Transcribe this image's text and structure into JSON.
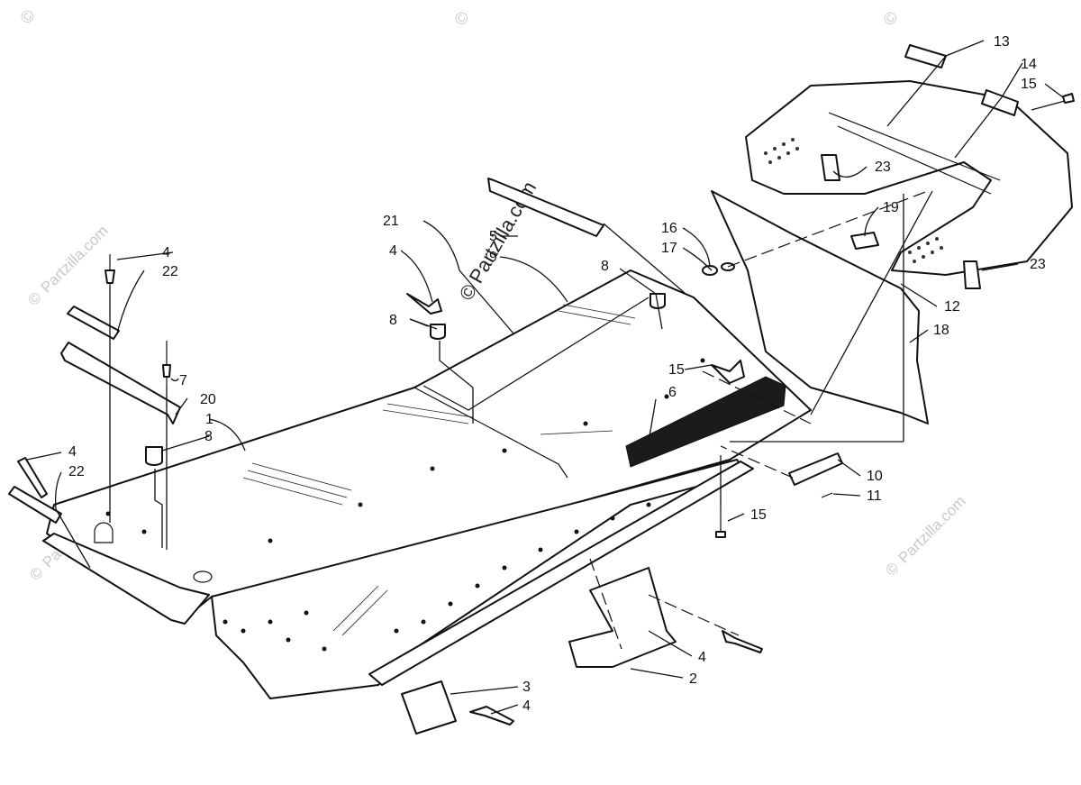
{
  "watermark": {
    "text": "Partzilla.com",
    "copyright_symbol": "©",
    "center_stamp": "Partzilla.com"
  },
  "callouts": [
    {
      "id": "c-13",
      "number": "13"
    },
    {
      "id": "c-14",
      "number": "14"
    },
    {
      "id": "c-15a",
      "number": "15"
    },
    {
      "id": "c-23a",
      "number": "23"
    },
    {
      "id": "c-19",
      "number": "19"
    },
    {
      "id": "c-16",
      "number": "16"
    },
    {
      "id": "c-17",
      "number": "17"
    },
    {
      "id": "c-23b",
      "number": "23"
    },
    {
      "id": "c-12",
      "number": "12"
    },
    {
      "id": "c-18",
      "number": "18"
    },
    {
      "id": "c-21",
      "number": "21"
    },
    {
      "id": "c-5",
      "number": "5"
    },
    {
      "id": "c-9",
      "number": "9"
    },
    {
      "id": "c-8a",
      "number": "8"
    },
    {
      "id": "c-4a",
      "number": "4"
    },
    {
      "id": "c-8b",
      "number": "8"
    },
    {
      "id": "c-15b",
      "number": "15"
    },
    {
      "id": "c-6",
      "number": "6"
    },
    {
      "id": "c-4b",
      "number": "4"
    },
    {
      "id": "c-22a",
      "number": "22"
    },
    {
      "id": "c-7",
      "number": "7"
    },
    {
      "id": "c-20",
      "number": "20"
    },
    {
      "id": "c-1",
      "number": "1"
    },
    {
      "id": "c-8c",
      "number": "8"
    },
    {
      "id": "c-4c",
      "number": "4"
    },
    {
      "id": "c-22b",
      "number": "22"
    },
    {
      "id": "c-10",
      "number": "10"
    },
    {
      "id": "c-11",
      "number": "11"
    },
    {
      "id": "c-15c",
      "number": "15"
    },
    {
      "id": "c-4d",
      "number": "4"
    },
    {
      "id": "c-2",
      "number": "2"
    },
    {
      "id": "c-3",
      "number": "3"
    },
    {
      "id": "c-4e",
      "number": "4"
    }
  ]
}
